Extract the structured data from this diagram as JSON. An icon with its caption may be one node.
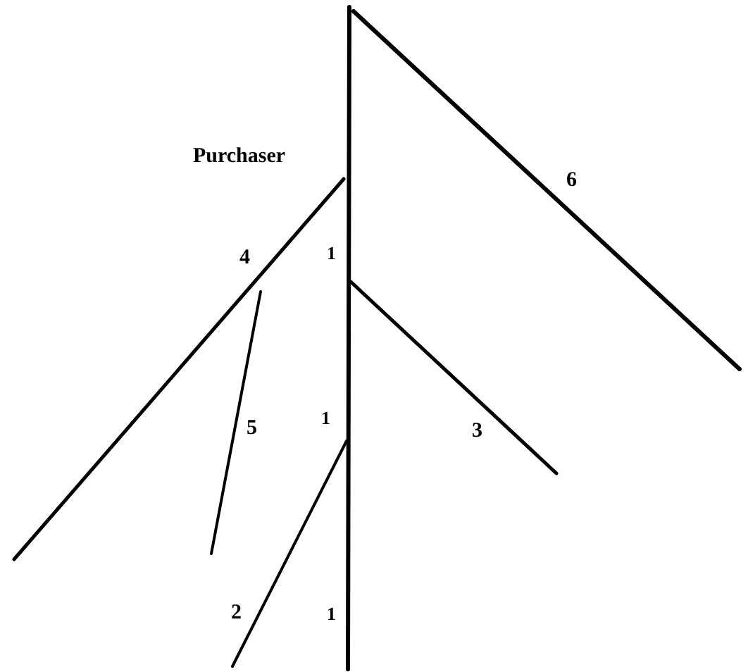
{
  "diagram": {
    "labels": [
      "Purchaser",
      "6",
      "4",
      "1",
      "5",
      "1",
      "3",
      "2",
      "1"
    ]
  }
}
